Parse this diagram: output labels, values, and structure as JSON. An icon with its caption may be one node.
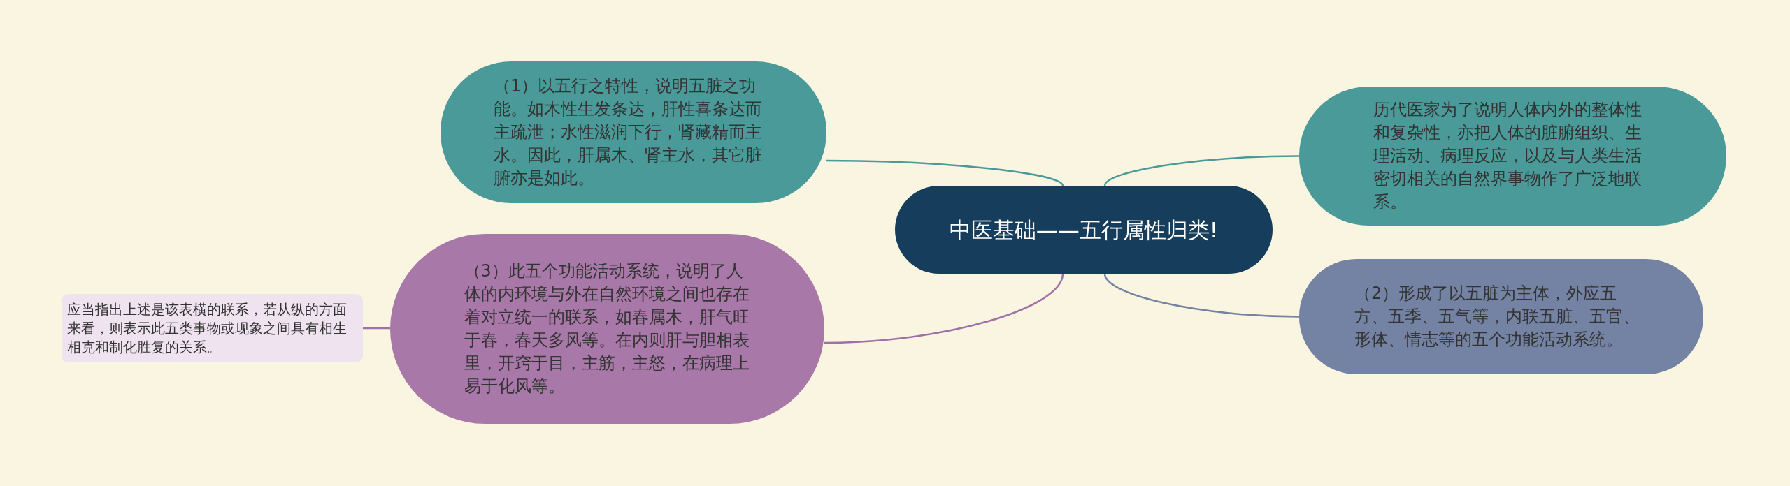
{
  "diagram": {
    "nodes": [
      {
        "text": [
          "中医基础——五行属性归类!"
        ]
      },
      {
        "text": [
          "（1）以五行之特性，说明五脏之功能。如木性生发条达，肝性喜条达而主疏泄；水性滋润下行，肾藏精而主水。因此，肝属木、肾主水，其它脏腑亦是如此。"
        ]
      },
      {
        "text": [
          "历代医家为了说明人体内外的整体性和复杂性，亦把人体的脏腑组织、生理活动、病理反应，以及与人类生活密切相关的自然界事物作了广泛地联系。"
        ]
      },
      {
        "text": [
          "（2）形成了以五脏为主体，外应五方、五季、五气等，内联五脏、五官、形体、情志等的五个功能活动系统。"
        ]
      },
      {
        "text": [
          "（3）此五个功能活动系统，说明了人体的内环境与外在自然环境之间也存在着对立统一的联系，如春属木，肝气旺于春，春天多风等。在内则肝与胆相表里，开窍于目，主筋，主怒，在病理上易于化风等。"
        ]
      },
      {
        "text": [
          "应当指出上述是该表横的联系，若从纵的方面来看，则表示此五类事物或现象之间具有相生相克和制化胜复的关系。"
        ]
      }
    ],
    "edges": [
      {
        "from": 0,
        "to": 1,
        "arrow": "none",
        "color": "#4a9a9a"
      },
      {
        "from": 0,
        "to": 2,
        "arrow": "none",
        "color": "#4a9a9a"
      },
      {
        "from": 0,
        "to": 3,
        "arrow": "none",
        "color": "#7482a3"
      },
      {
        "from": 0,
        "to": 4,
        "arrow": "none",
        "color": "#a070a8"
      },
      {
        "from": 4,
        "to": 5,
        "arrow": "none",
        "color": "#a070a8"
      }
    ]
  }
}
